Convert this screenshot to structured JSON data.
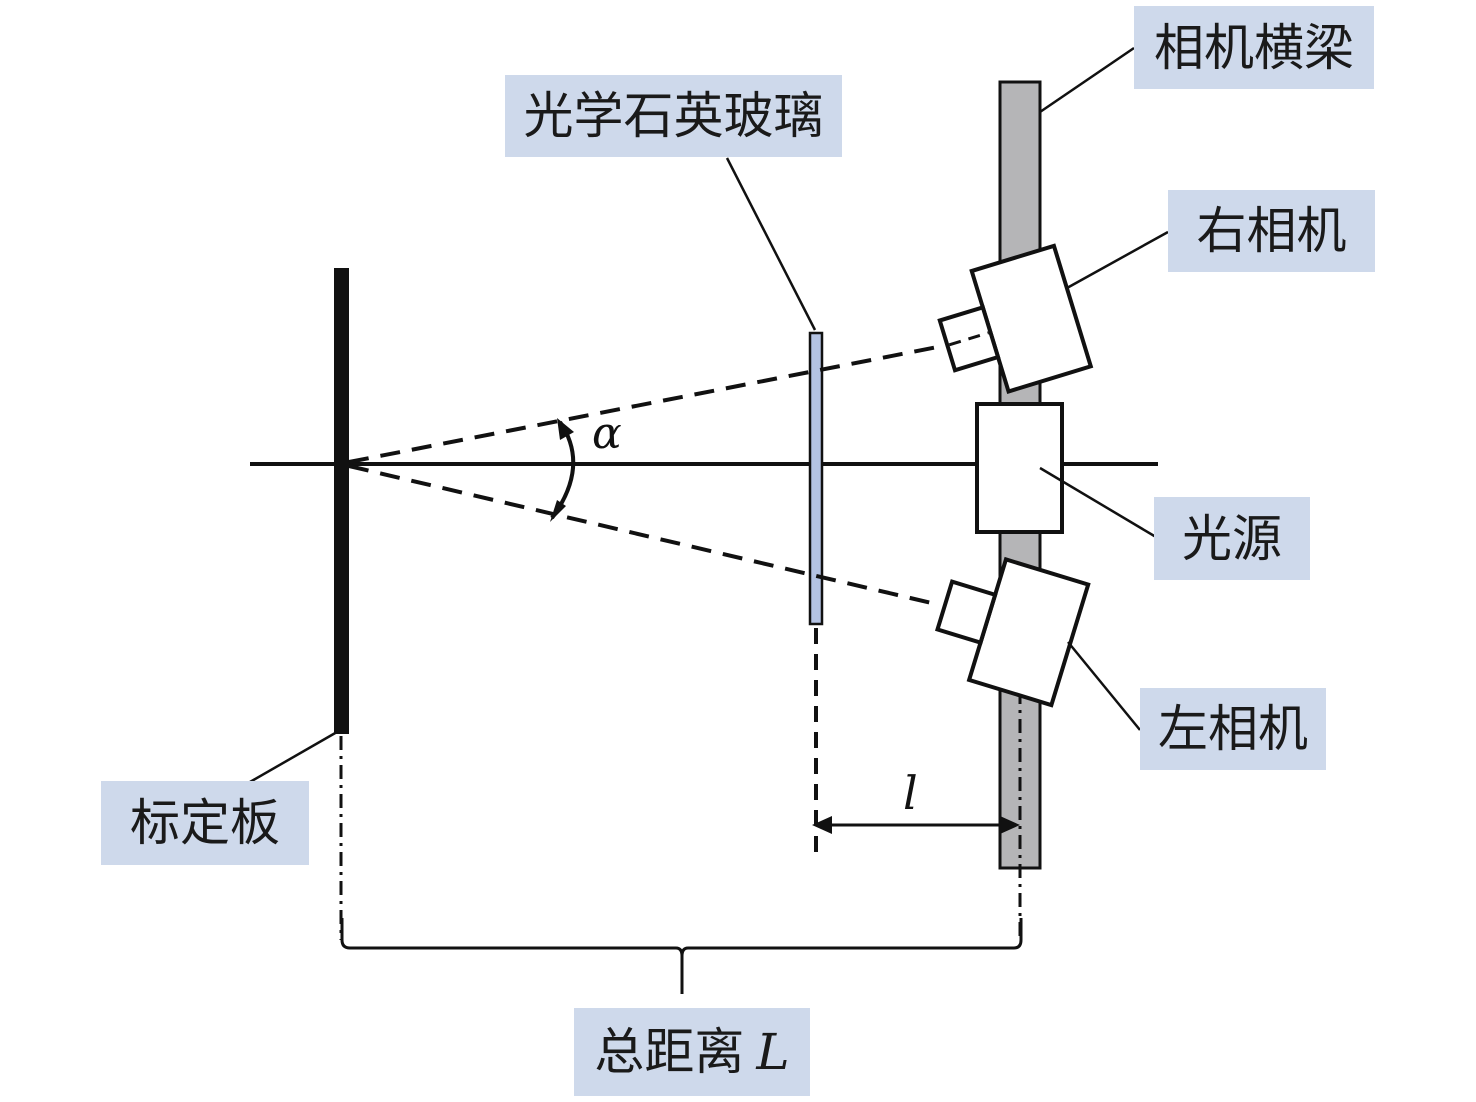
{
  "diagram": {
    "title": "Stereo camera calibration setup through optical quartz glass",
    "labels": {
      "camera_beam": "相机横梁",
      "quartz_glass": "光学石英玻璃",
      "right_camera": "右相机",
      "light_source": "光源",
      "left_camera": "左相机",
      "calibration_board": "标定板",
      "total_distance_text": "总距离",
      "total_distance_symbol": "L"
    },
    "symbols": {
      "angle": "α",
      "glass_to_beam_distance": "l"
    },
    "colors": {
      "label_bg": "#ced9eb",
      "glass_fill": "#b4c3e3",
      "beam_fill": "#b5b5b7",
      "line": "#111111"
    }
  }
}
